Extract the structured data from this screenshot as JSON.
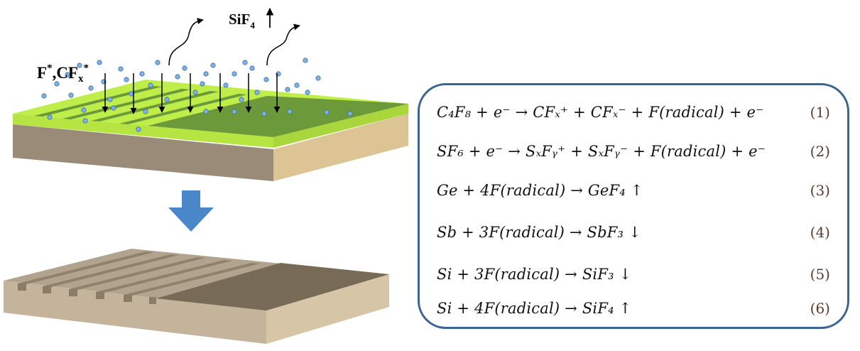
{
  "labels": {
    "product_gas": "SiF4",
    "etchant_species": "F*,CFx*"
  },
  "colors": {
    "film_top": "#bfee4a",
    "film_trench": "#6c9a3a",
    "substrate_front": "#9a8b78",
    "substrate_side": "#dcc495",
    "etched_top": "#b1a38e",
    "etched_flat": "#776b58",
    "arrow_blue": "#4a87c9",
    "box_border": "#3c6691",
    "particle": "#7fb0e0"
  },
  "equations": [
    {
      "text": "C₄F₈ + e⁻ → CFₓ⁺ + CFₓ⁻ + F(radical) + e⁻",
      "number": "(1)"
    },
    {
      "text": "SF₆ + e⁻ → SₓFᵧ⁺ + SₓFᵧ⁻ + F(radical) + e⁻",
      "number": "(2)"
    },
    {
      "text": "Ge + 4F(radical) → GeF₄ ↑",
      "number": "(3)"
    },
    {
      "text": "Sb + 3F(radical) → SbF₃ ↓",
      "number": "(4)"
    },
    {
      "text": "Si + 3F(radical) → SiF₃ ↓",
      "number": "(5)"
    },
    {
      "text": "Si + 4F(radical) → SiF₄ ↑",
      "number": "(6)"
    }
  ]
}
